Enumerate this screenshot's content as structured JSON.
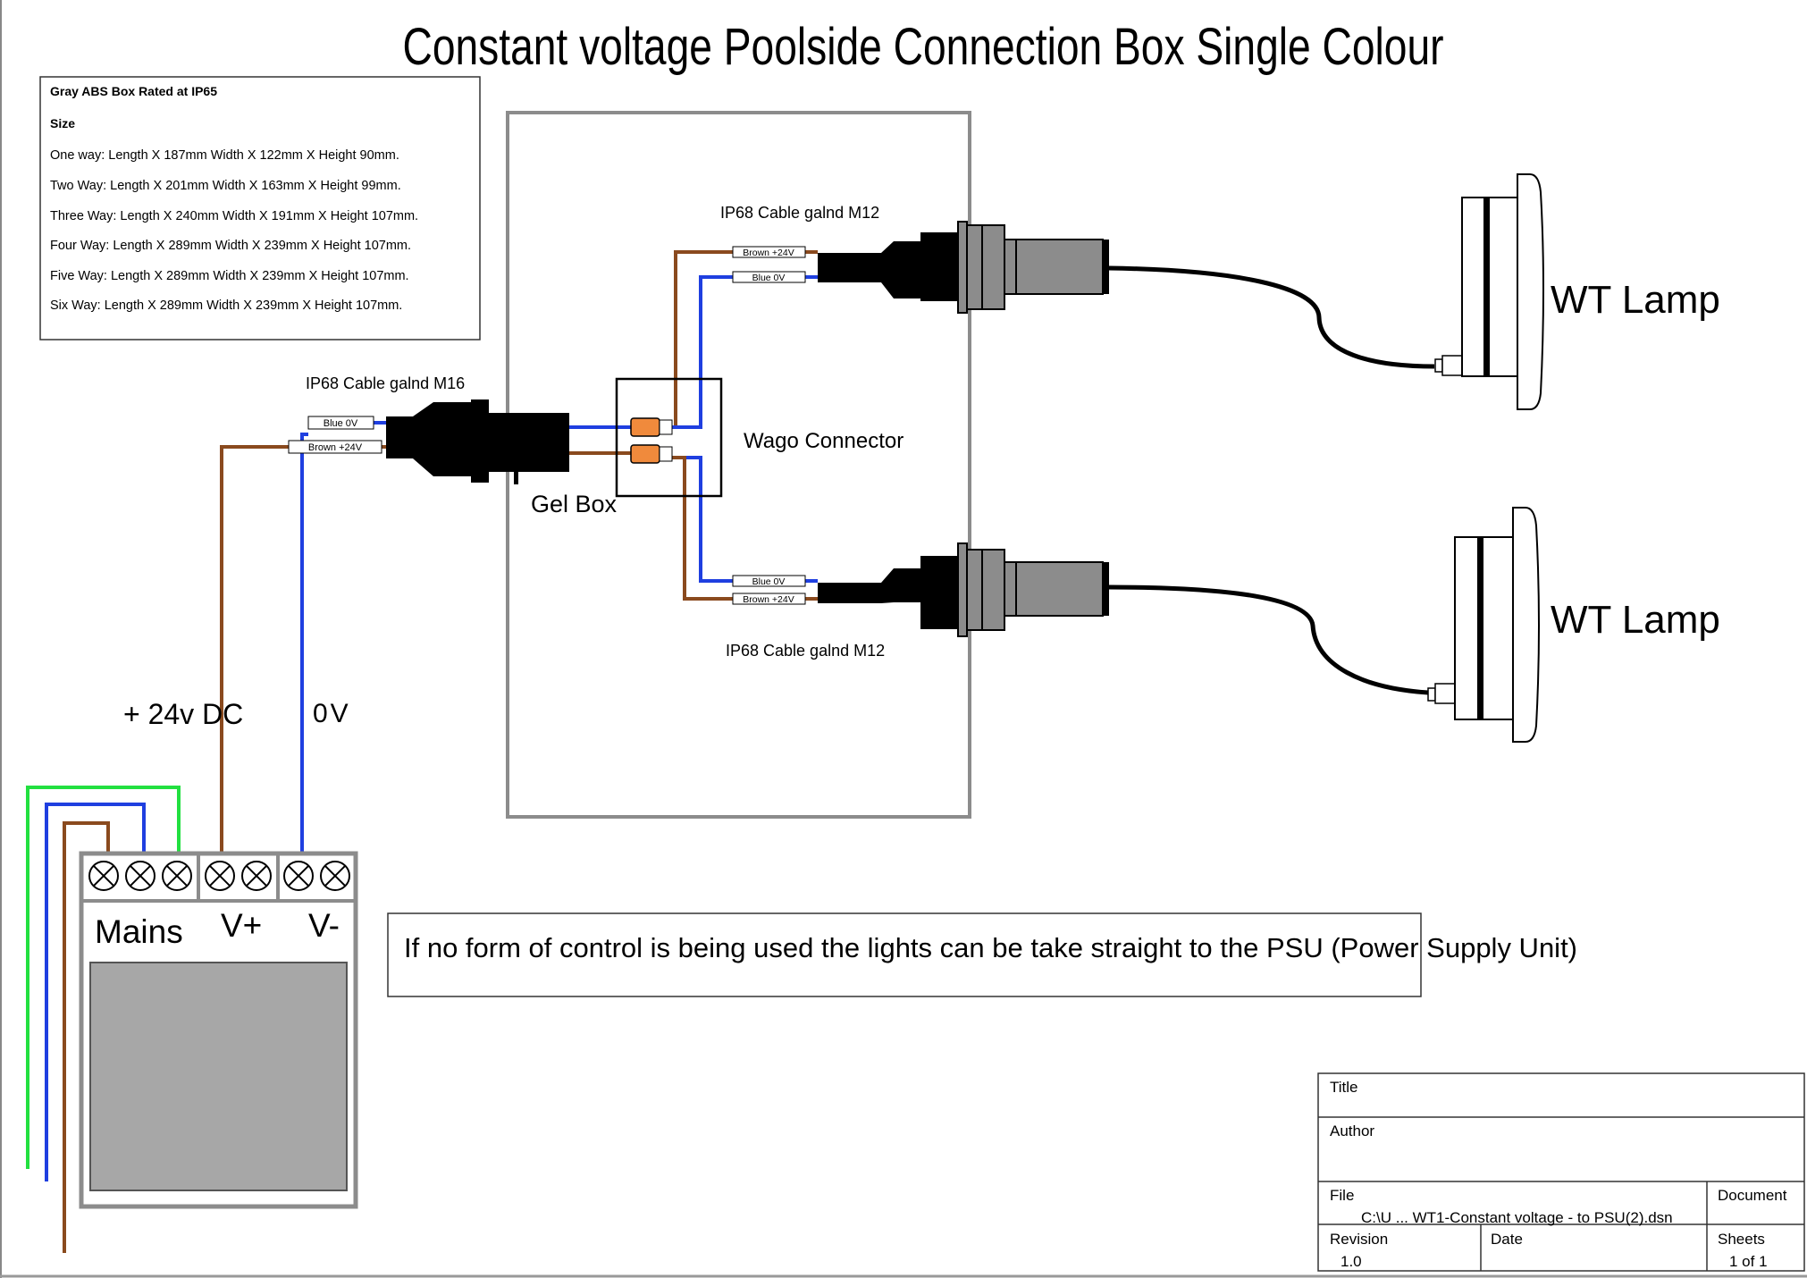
{
  "title": "Constant voltage Poolside Connection Box Single Colour",
  "spec_box": {
    "heading": "Gray ABS Box Rated at IP65",
    "subheading": "Size",
    "lines": [
      "One way: Length X 187mm Width X 122mm X Height 90mm.",
      "Two Way: Length X 201mm Width X 163mm X Height 99mm.",
      "Three Way: Length X 240mm Width X 191mm X Height 107mm.",
      "Four Way: Length X 289mm Width X 239mm X Height 107mm.",
      "Five Way: Length X 289mm Width X 239mm X Height 107mm.",
      "Six Way: Length X 289mm Width X 239mm X Height 107mm."
    ]
  },
  "labels": {
    "gland_m16": "IP68 Cable galnd M16",
    "gland_m12_top": "IP68 Cable galnd M12",
    "gland_m12_bottom": "IP68 Cable galnd M12",
    "gel_box": "Gel Box",
    "wago": "Wago Connector",
    "lamp_top": "WT Lamp",
    "lamp_bottom": "WT Lamp",
    "plus24": "+ 24v DC",
    "zero_v": "0V"
  },
  "wire_tags": {
    "m16_blue": "Blue 0V",
    "m16_brown": "Brown +24V",
    "top_brown": "Brown +24V",
    "top_blue": "Blue 0V",
    "bottom_blue": "Blue 0V",
    "bottom_brown": "Brown +24V"
  },
  "psu": {
    "mains": "Mains",
    "vplus": "V+",
    "vminus": "V-"
  },
  "note": "If no form of control is being used the lights can be take straight to the PSU (Power Supply Unit)",
  "title_block": {
    "title_label": "Title",
    "author_label": "Author",
    "file_label": "File",
    "file_value": "C:\\U ... WT1-Constant voltage - to PSU(2).dsn",
    "document_label": "Document",
    "revision_label": "Revision",
    "revision_value": "1.0",
    "date_label": "Date",
    "sheets_label": "Sheets",
    "sheets_value": "1 of 1"
  },
  "colors": {
    "brown": "#8a4a1e",
    "blue": "#1f3fe0",
    "green": "#22e040",
    "gray_box": "#8c8c8c",
    "orange": "#f08a3c"
  }
}
